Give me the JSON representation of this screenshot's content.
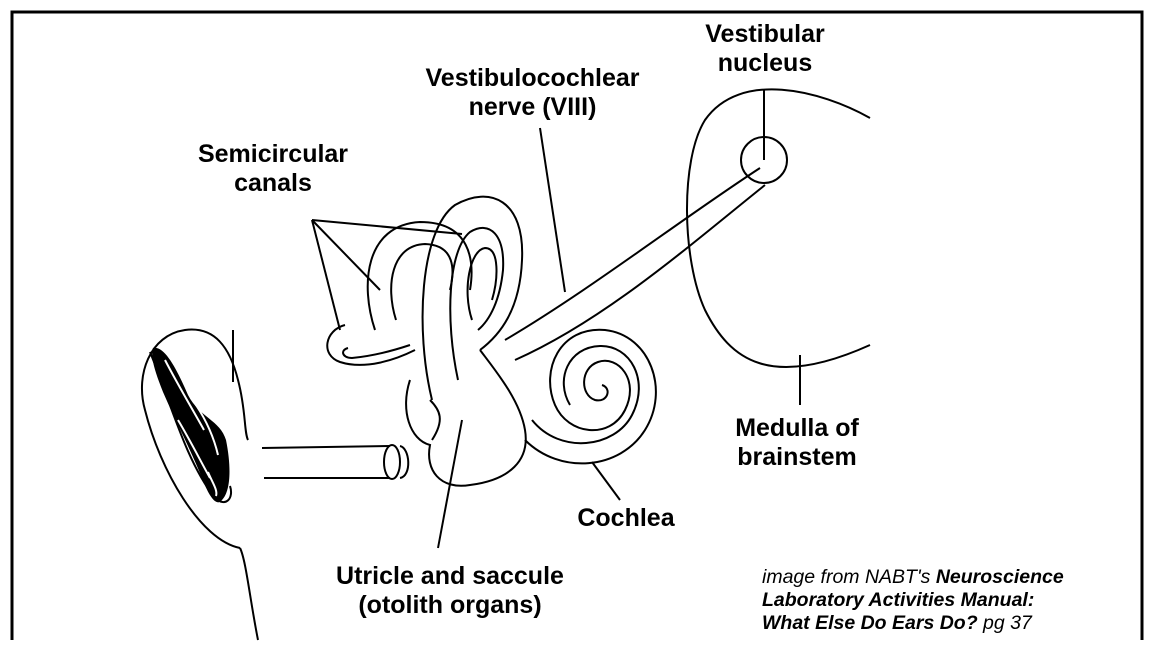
{
  "diagram": {
    "labels": {
      "vestibular_nucleus": [
        "Vestibular",
        "nucleus"
      ],
      "vestibulocochlear_nerve": [
        "Vestibulocochlear",
        "nerve (VIII)"
      ],
      "semicircular_canals": [
        "Semicircular",
        "canals"
      ],
      "medulla": [
        "Medulla of",
        "brainstem"
      ],
      "cochlea": "Cochlea",
      "utricle_saccule": [
        "Utricle and saccule",
        "(otolith organs)"
      ]
    },
    "citation": {
      "prefix": "image from NABT's ",
      "title_part1": "Neuroscience",
      "title_part2": "Laboratory Activities Manual:",
      "title_part3": "What Else Do Ears Do?",
      "suffix": " pg 37"
    }
  }
}
